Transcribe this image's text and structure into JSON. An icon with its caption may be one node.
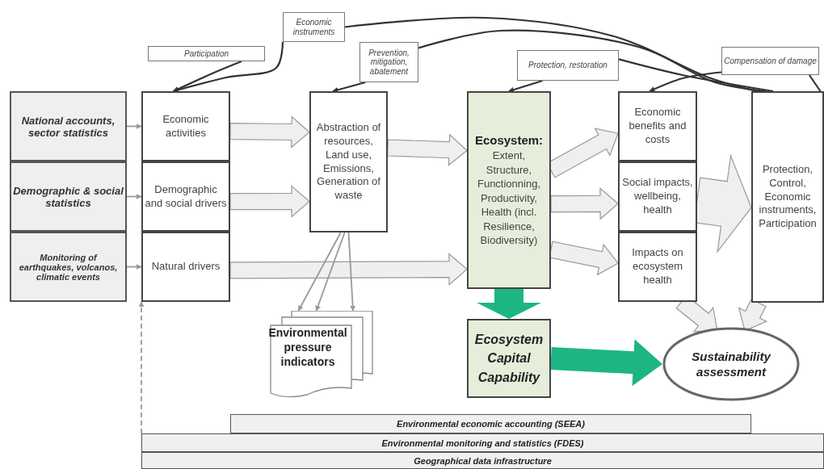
{
  "diagram": {
    "nodes": [
      {
        "text": [
          "National accounts, sector statistics"
        ]
      },
      {
        "text": [
          "Demographic & social statistics"
        ]
      },
      {
        "text": [
          "Monitoring of earthquakes, volcanos, climatic events"
        ]
      },
      {
        "text": [
          "Economic activities"
        ]
      },
      {
        "text": [
          "Demographic and social drivers"
        ]
      },
      {
        "text": [
          "Natural drivers"
        ]
      },
      {
        "text": [
          "Abstraction of resources, Land use, Emissions, Generation of waste"
        ]
      },
      {
        "text": [
          "Ecosystem:",
          "Extent, Structure, Functionning, Productivity, Health (incl. Resilience, Biodiversity)"
        ]
      },
      {
        "text": [
          "Economic benefits and costs"
        ]
      },
      {
        "text": [
          "Social impacts, wellbeing, health"
        ]
      },
      {
        "text": [
          "Impacts on ecosystem health"
        ]
      },
      {
        "text": [
          "Protection, Control, Economic instruments, Participation"
        ]
      },
      {
        "text": [
          "Environmental pressure indicators"
        ]
      },
      {
        "text": [
          "Ecosystem Capital Capability"
        ]
      },
      {
        "text": [
          "Sustainability assessment"
        ]
      },
      {
        "text": [
          "Participation"
        ]
      },
      {
        "text": [
          "Economic instruments"
        ]
      },
      {
        "text": [
          "Prevention, mitigation, abatement"
        ]
      },
      {
        "text": [
          "Protection, restoration"
        ]
      },
      {
        "text": [
          "Compensation of damage"
        ]
      },
      {
        "text": [
          "Environmental economic accounting (SEEA)"
        ]
      },
      {
        "text": [
          "Environmental monitoring and statistics (FDES)"
        ]
      },
      {
        "text": [
          "Geographical data infrastructure"
        ]
      }
    ],
    "edges": [
      {
        "from": 0,
        "to": 3,
        "arrow": "to",
        "color": "#999999"
      },
      {
        "from": 1,
        "to": 4,
        "arrow": "to",
        "color": "#999999"
      },
      {
        "from": 2,
        "to": 5,
        "arrow": "to",
        "color": "#999999"
      },
      {
        "from": 3,
        "to": 6,
        "arrow": "to",
        "style": "thick"
      },
      {
        "from": 4,
        "to": 6,
        "arrow": "to",
        "style": "thick"
      },
      {
        "from": 6,
        "to": 7,
        "arrow": "to",
        "style": "thick"
      },
      {
        "from": 5,
        "to": 7,
        "arrow": "to",
        "style": "thick"
      },
      {
        "from": 7,
        "to": 8,
        "arrow": "to",
        "style": "thick"
      },
      {
        "from": 7,
        "to": 9,
        "arrow": "to",
        "style": "thick"
      },
      {
        "from": 7,
        "to": 10,
        "arrow": "to",
        "style": "thick"
      },
      {
        "from": 9,
        "to": 11,
        "arrow": "to",
        "style": "thick"
      },
      {
        "from": 7,
        "to": 13,
        "arrow": "to",
        "style": "thick",
        "color": "#1db584"
      },
      {
        "from": 13,
        "to": 14,
        "arrow": "to",
        "style": "thick",
        "color": "#1db584"
      },
      {
        "from": 10,
        "to": 14,
        "arrow": "to",
        "style": "thick"
      },
      {
        "from": 11,
        "to": 14,
        "arrow": "to",
        "style": "thick"
      },
      {
        "from": 6,
        "to": 12,
        "arrow": "to",
        "color": "#999999"
      },
      {
        "from": 6,
        "to": 12,
        "arrow": "to",
        "color": "#999999"
      },
      {
        "from": 6,
        "to": 12,
        "arrow": "to",
        "color": "#999999"
      },
      {
        "from": 21,
        "to": 5,
        "arrow": "to",
        "style": "dashed",
        "color": "#999999"
      },
      {
        "from": 15,
        "to": 3,
        "arrow": "to"
      },
      {
        "from": 16,
        "to": 3,
        "arrow": "to"
      },
      {
        "from": 17,
        "to": 6,
        "arrow": "to"
      },
      {
        "from": 18,
        "to": 7,
        "arrow": "to"
      },
      {
        "from": 19,
        "to": 8,
        "arrow": "to"
      },
      {
        "from": 11,
        "to": 16,
        "arrow": "none"
      },
      {
        "from": 11,
        "to": 17,
        "arrow": "none"
      },
      {
        "from": 11,
        "to": 18,
        "arrow": "none"
      },
      {
        "from": 11,
        "to": 19,
        "arrow": "none"
      }
    ]
  }
}
